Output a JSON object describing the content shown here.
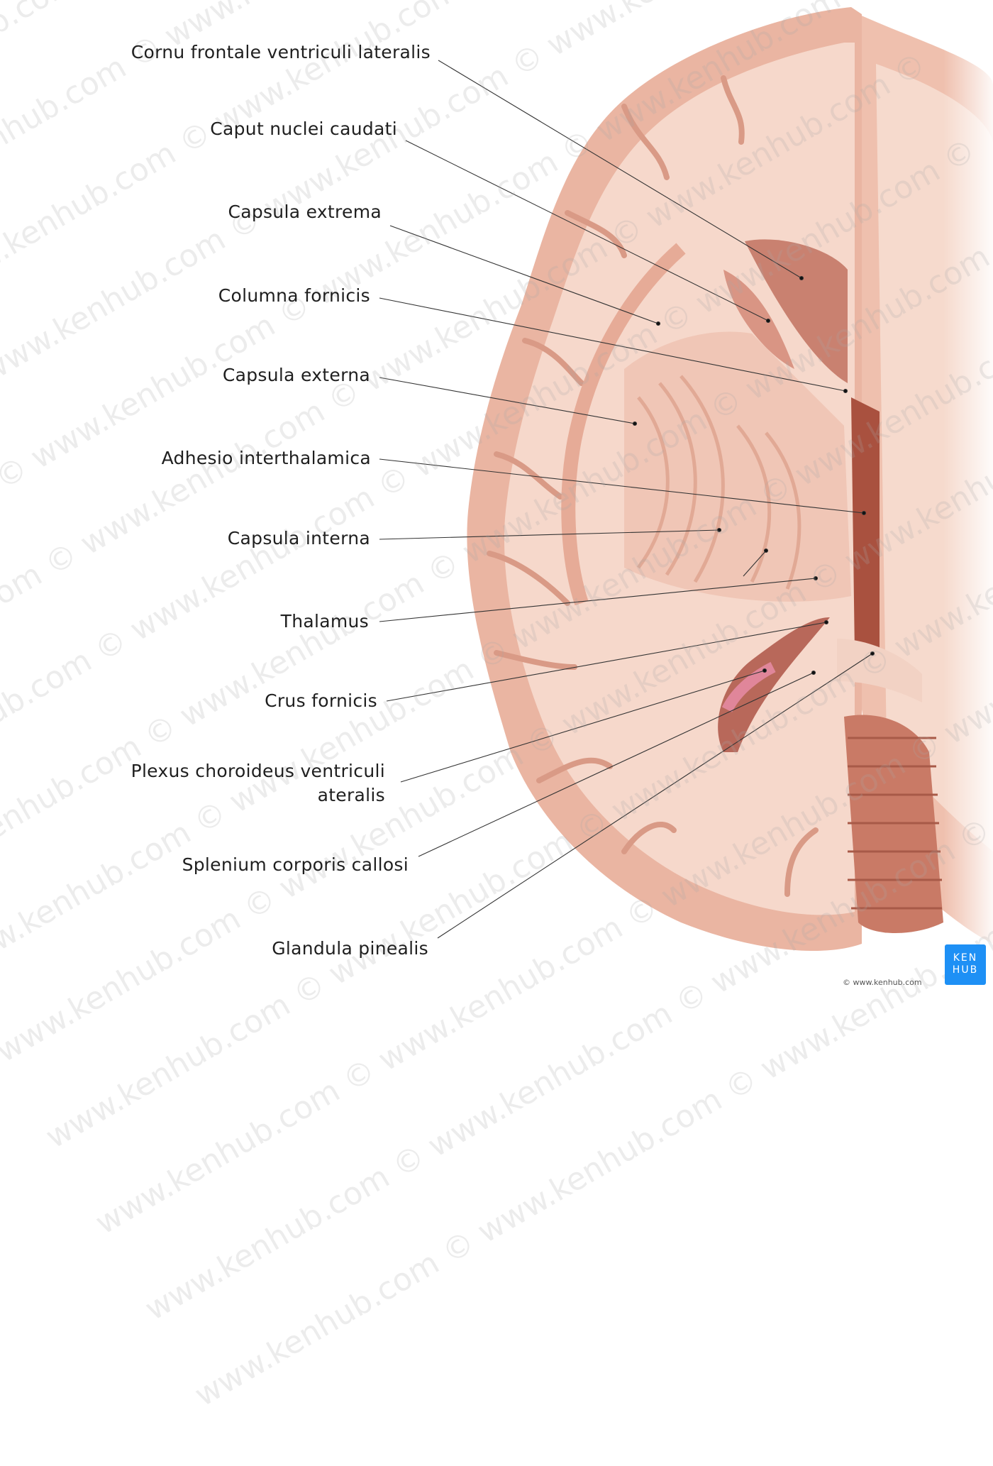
{
  "labels": [
    {
      "text": "Cornu frontale ventriculi lateralis"
    },
    {
      "text": "Caput nuclei caudati"
    },
    {
      "text": "Capsula extrema"
    },
    {
      "text": "Columna fornicis"
    },
    {
      "text": "Capsula externa"
    },
    {
      "text": "Adhesio interthalamica"
    },
    {
      "text": "Capsula interna"
    },
    {
      "text": "Thalamus"
    },
    {
      "text": "Crus fornicis"
    },
    {
      "text": "Plexus choroideus ventriculi",
      "text2": "ateralis"
    },
    {
      "text": "Splenium corporis callosi"
    },
    {
      "text": "Glandula pinealis"
    }
  ],
  "watermark": "www.kenhub.com © www.kenhub.com © www.kenhub.com © www.kenhub.com ©",
  "logo": {
    "line1": "KEN",
    "line2": "HUB",
    "color": "#1e90f5"
  },
  "copyright": "© www.kenhub.com"
}
